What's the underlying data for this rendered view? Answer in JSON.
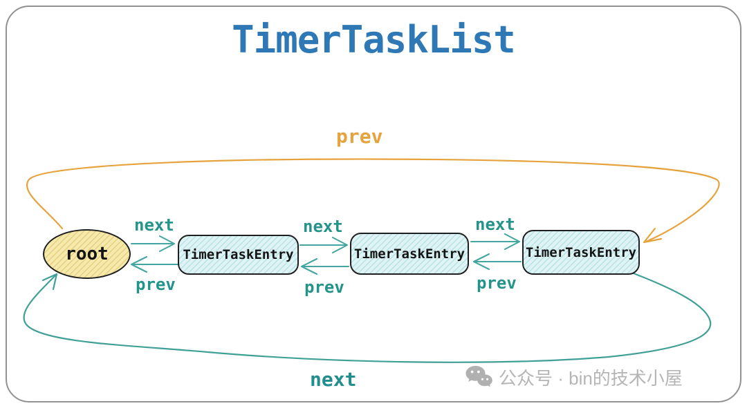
{
  "title": {
    "text": "TimerTaskList"
  },
  "nodes": {
    "root": {
      "label": "root"
    },
    "entries": [
      {
        "label": "TimerTaskEntry"
      },
      {
        "label": "TimerTaskEntry"
      },
      {
        "label": "TimerTaskEntry"
      }
    ]
  },
  "edges": {
    "pairs": [
      {
        "next": "next",
        "prev": "prev"
      },
      {
        "next": "next",
        "prev": "prev"
      },
      {
        "next": "next",
        "prev": "prev"
      }
    ],
    "outer_prev_label": "prev",
    "outer_next_label": "next"
  },
  "watermark": {
    "icon": "wechat-icon",
    "text": "公众号 · bin的技术小屋"
  },
  "colors": {
    "title_blue": "#2e78b5",
    "label_teal": "#249389",
    "arrow_teal": "#45a5a0",
    "outer_next_teal": "#3fa096",
    "prev_orange": "#e6a23c",
    "root_fill": "#f6e9ac",
    "root_hatch": "#e7cf82",
    "entry_fill": "#dff2f4",
    "entry_hatch": "#b5e3e6",
    "node_border": "#1f1f1f",
    "canvas_border": "#919191",
    "watermark_gray": "#b5b5b5"
  }
}
